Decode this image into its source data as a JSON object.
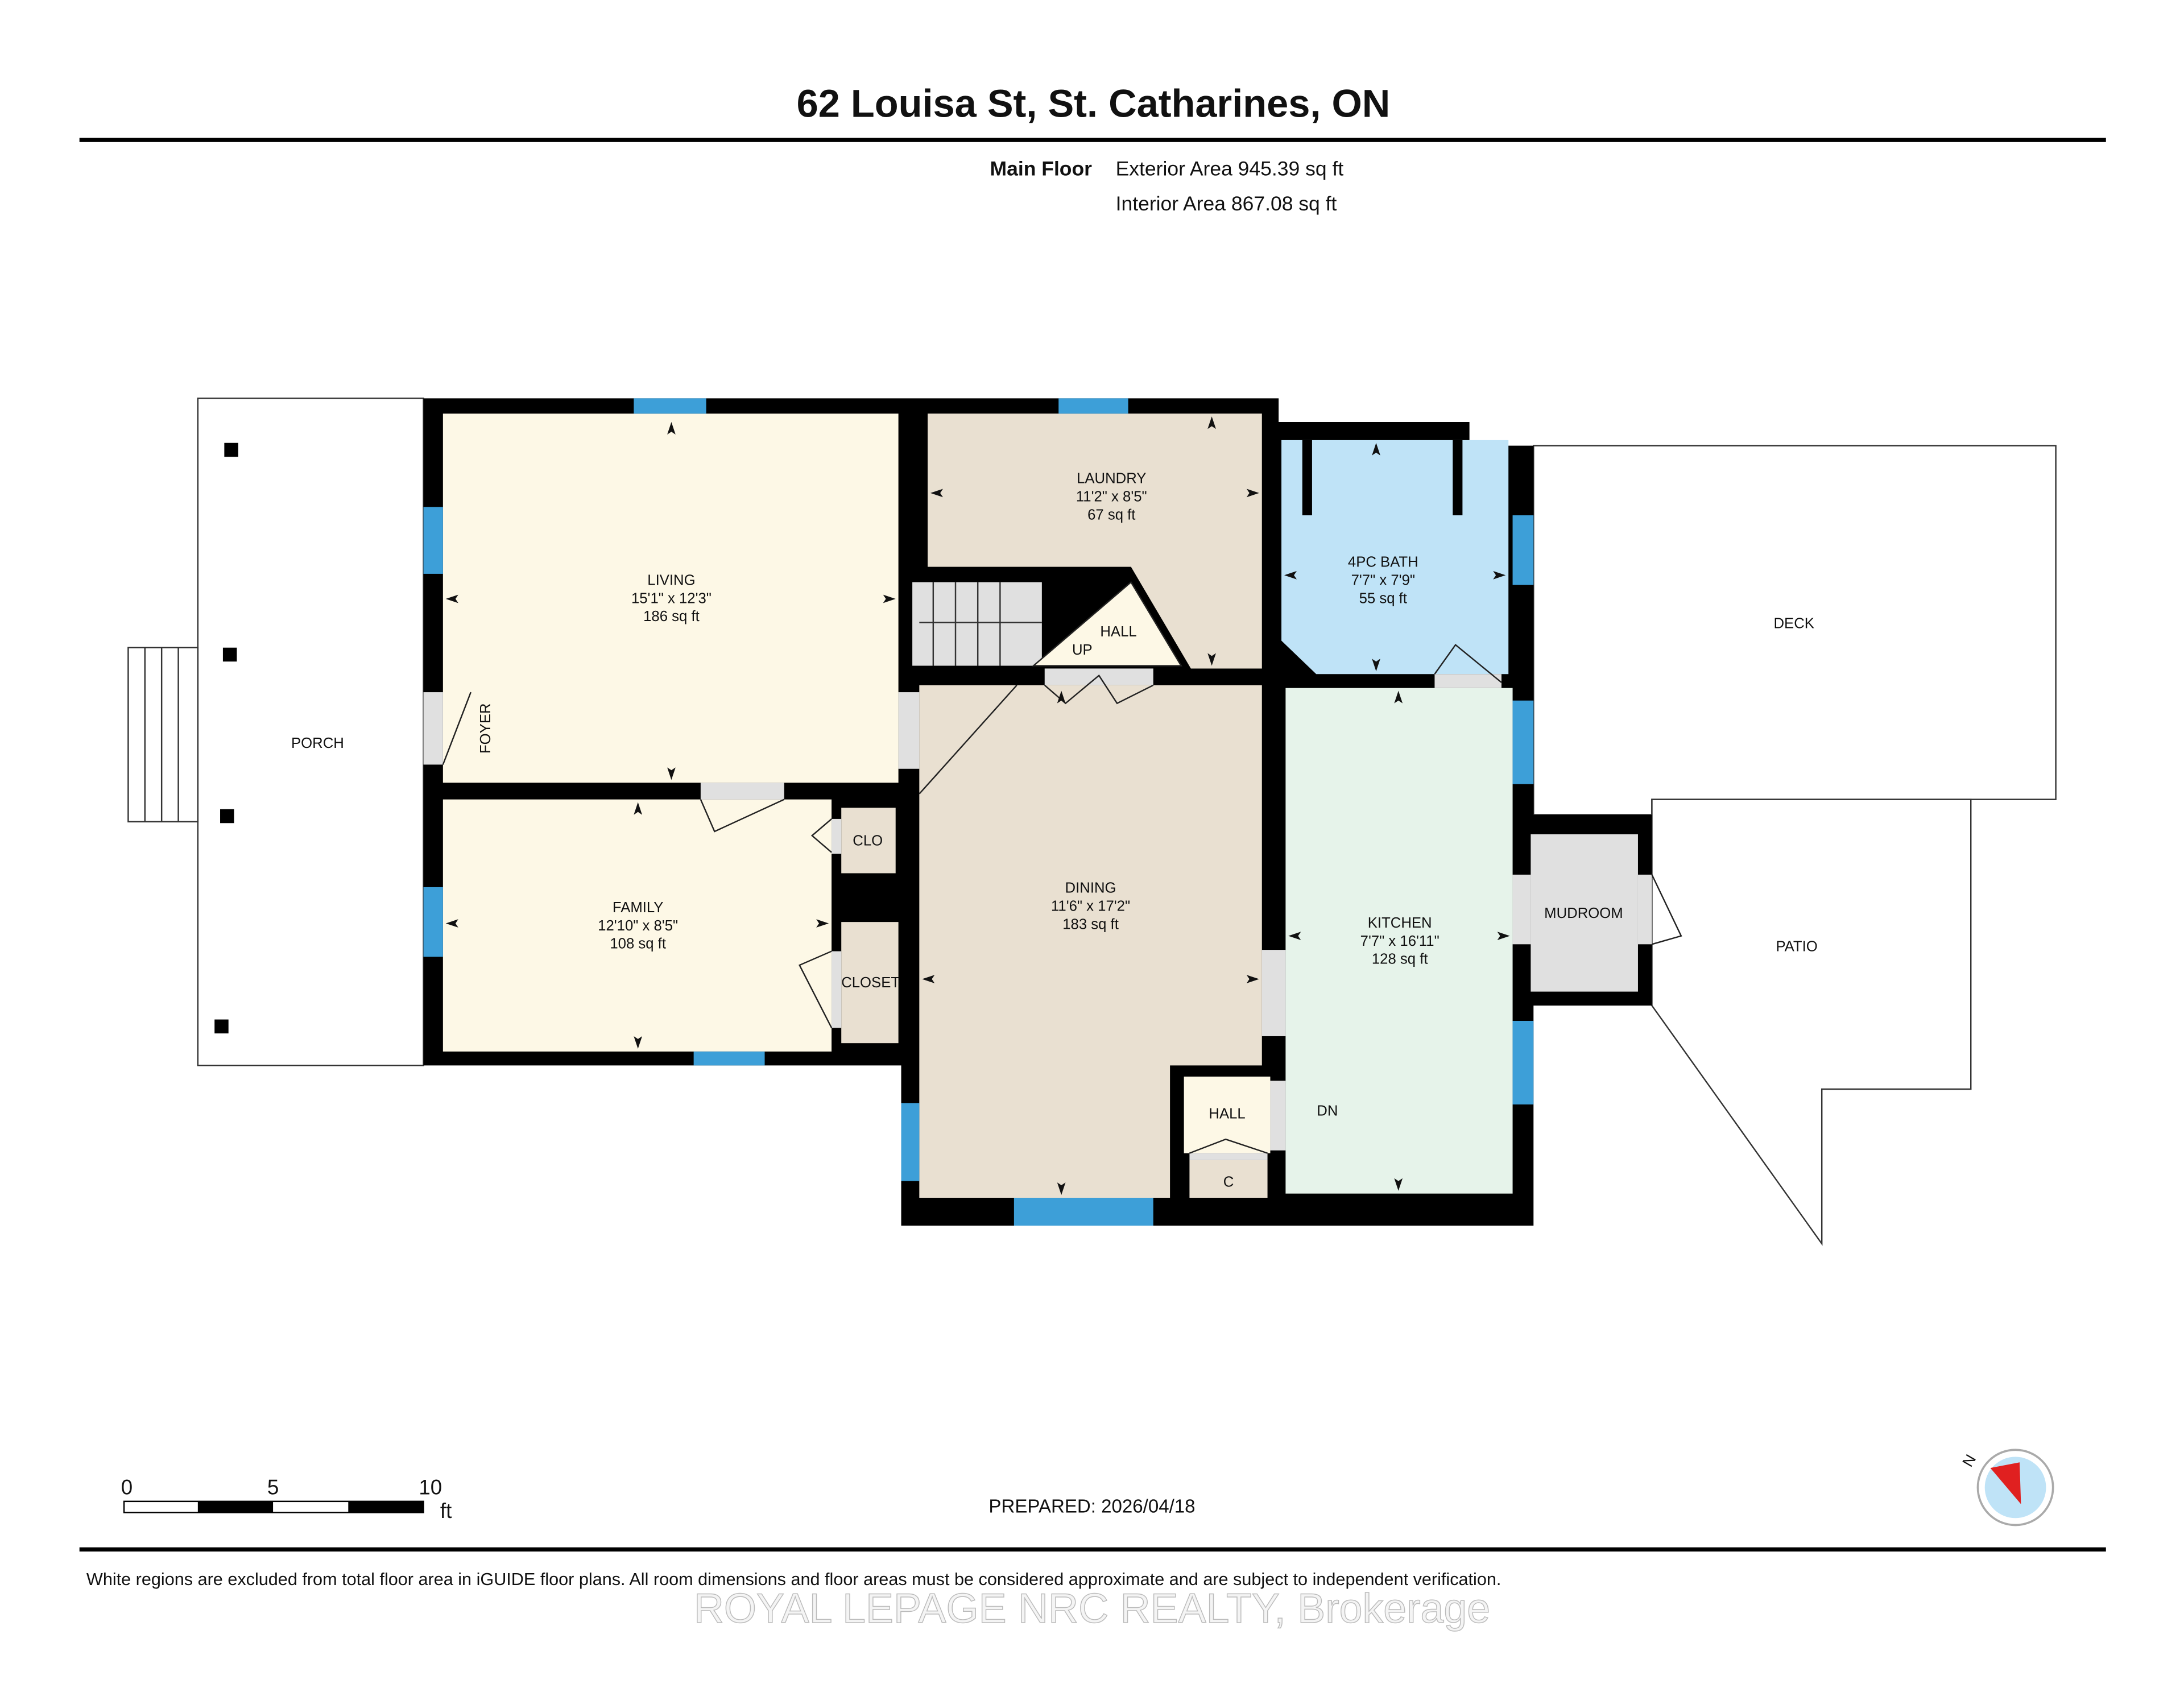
{
  "header": {
    "title": "62 Louisa St, St. Catharines, ON",
    "floor_name": "Main Floor",
    "exterior_area": "Exterior Area 945.39 sq ft",
    "interior_area": "Interior Area 867.08 sq ft"
  },
  "rooms": {
    "living": {
      "name": "LIVING",
      "dims": "15'1\" x 12'3\"",
      "area": "186 sq ft"
    },
    "laundry": {
      "name": "LAUNDRY",
      "dims": "11'2\" x 8'5\"",
      "area": "67 sq ft"
    },
    "bath": {
      "name": "4PC BATH",
      "dims": "7'7\" x 7'9\"",
      "area": "55 sq ft"
    },
    "family": {
      "name": "FAMILY",
      "dims": "12'10\" x 8'5\"",
      "area": "108 sq ft"
    },
    "dining": {
      "name": "DINING",
      "dims": "11'6\" x 17'2\"",
      "area": "183 sq ft"
    },
    "kitchen": {
      "name": "KITCHEN",
      "dims": "7'7\" x 16'11\"",
      "area": "128 sq ft"
    }
  },
  "labels": {
    "porch": "PORCH",
    "foyer": "FOYER",
    "hall_upper": "HALL",
    "up": "UP",
    "clo": "CLO",
    "closet": "CLOSET",
    "hall_lower": "HALL",
    "c": "C",
    "dn": "DN",
    "mudroom": "MUDROOM",
    "deck": "DECK",
    "patio": "PATIO"
  },
  "colors": {
    "living_family": "#fdf8e6",
    "laundry_dining": "#e9e0d1",
    "bath": "#bfe3f7",
    "kitchen": "#e6f3ea",
    "utility": "#e0e0e0",
    "window": "#3d9fd8",
    "wall": "#000000"
  },
  "footer": {
    "scale": {
      "tick_0": "0",
      "tick_5": "5",
      "tick_10": "10",
      "unit": "ft"
    },
    "prepared": "PREPARED: 2026/04/18",
    "compass_label": "N",
    "disclaimer": "White regions are excluded from total floor area in iGUIDE floor plans. All room dimensions and floor areas must be considered approximate and are subject to independent verification.",
    "watermark": "ROYAL LEPAGE NRC REALTY, Brokerage"
  }
}
